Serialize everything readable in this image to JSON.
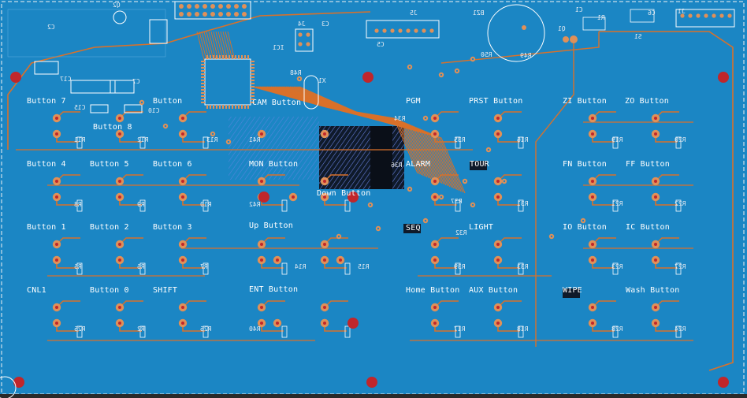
{
  "colors": {
    "board": "#1b86c4",
    "trace": "#d9712a",
    "pad": "#e09058",
    "hole": "#c0262b",
    "silk": "#ffffff",
    "outline": "#f2f2f2",
    "dark": "#101520"
  },
  "button_labels": [
    "Button 7",
    "Button",
    "CAM Button",
    "PGM",
    "PRST Button",
    "ZI Button",
    "ZO Button",
    "Button 8",
    "Button 4",
    "Button 5",
    "Button 6",
    "MON Button",
    "ALARM",
    "TOUR",
    "FN Button",
    "FF Button",
    "Down Button",
    "Button 1",
    "Button 2",
    "Button 3",
    "Up Button",
    "SEQ",
    "LIGHT",
    "IO Button",
    "IC Button",
    "CNL1",
    "Button 0",
    "SHIFT",
    "ENT Button",
    "Home Button",
    "AUX Button",
    "WIPE",
    "Wash Button"
  ],
  "component_refs": [
    "Q2",
    "C2",
    "C1",
    "R1",
    "C6",
    "J1",
    "S1",
    "Q1",
    "BZ1",
    "R50",
    "R49",
    "J5",
    "C5",
    "C3",
    "J4",
    "IC1",
    "R48",
    "X1",
    "R34",
    "C17",
    "C7",
    "C15",
    "C10",
    "R11",
    "R12",
    "R13",
    "R41",
    "R35",
    "R16",
    "R19",
    "R20",
    "R8",
    "R9",
    "R10",
    "R42",
    "R36",
    "R37",
    "R31",
    "R21",
    "R22",
    "R32",
    "R5",
    "R6",
    "R7",
    "R14",
    "R15",
    "R39",
    "R33",
    "R23",
    "R27",
    "R25",
    "R2",
    "R26",
    "R40",
    "R17",
    "R18",
    "R28",
    "R24"
  ]
}
